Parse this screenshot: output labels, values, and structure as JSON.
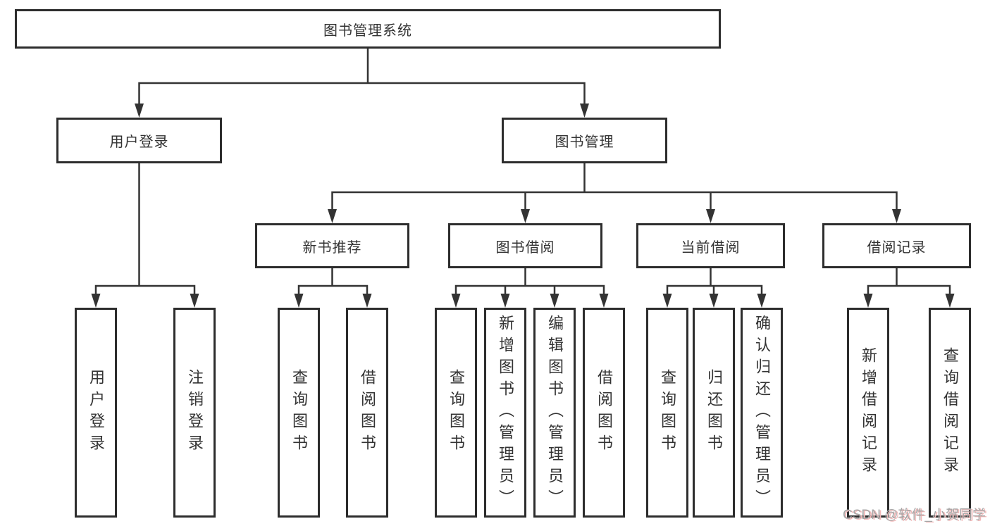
{
  "nodes": {
    "root": {
      "label": "图书管理系统"
    },
    "user_login_branch": {
      "label": "用户登录"
    },
    "book_mgmt_branch": {
      "label": "图书管理"
    },
    "new_book_rec": {
      "label": "新书推荐"
    },
    "book_borrow": {
      "label": "图书借阅"
    },
    "current_borrow": {
      "label": "当前借阅"
    },
    "borrow_records": {
      "label": "借阅记录"
    },
    "leaf_user_login": {
      "label": "用户登录"
    },
    "leaf_logout": {
      "label": "注销登录"
    },
    "leaf_rec_query_books": {
      "label": "查询图书"
    },
    "leaf_rec_borrow_books": {
      "label": "借阅图书"
    },
    "leaf_bb_query_books": {
      "label": "查询图书"
    },
    "leaf_bb_add_books": {
      "label": "新增图书（管理员）"
    },
    "leaf_bb_edit_books": {
      "label": "编辑图书（管理员）"
    },
    "leaf_bb_borrow_books": {
      "label": "借阅图书"
    },
    "leaf_cb_query_books": {
      "label": "查询图书"
    },
    "leaf_cb_return_books": {
      "label": "归还图书"
    },
    "leaf_cb_confirm_return": {
      "label": "确认归还（管理员）"
    },
    "leaf_br_add_record": {
      "label": "新增借阅记录"
    },
    "leaf_br_query_record": {
      "label": "查询借阅记录"
    }
  },
  "watermark": {
    "text": "CSDN @软件_小贺同学"
  },
  "colors": {
    "line": "#333333",
    "box_border": "#2d2d2d",
    "text": "#333333",
    "watermark": "#a6a6a6",
    "watermark_shadow": "#f2b8b8"
  }
}
